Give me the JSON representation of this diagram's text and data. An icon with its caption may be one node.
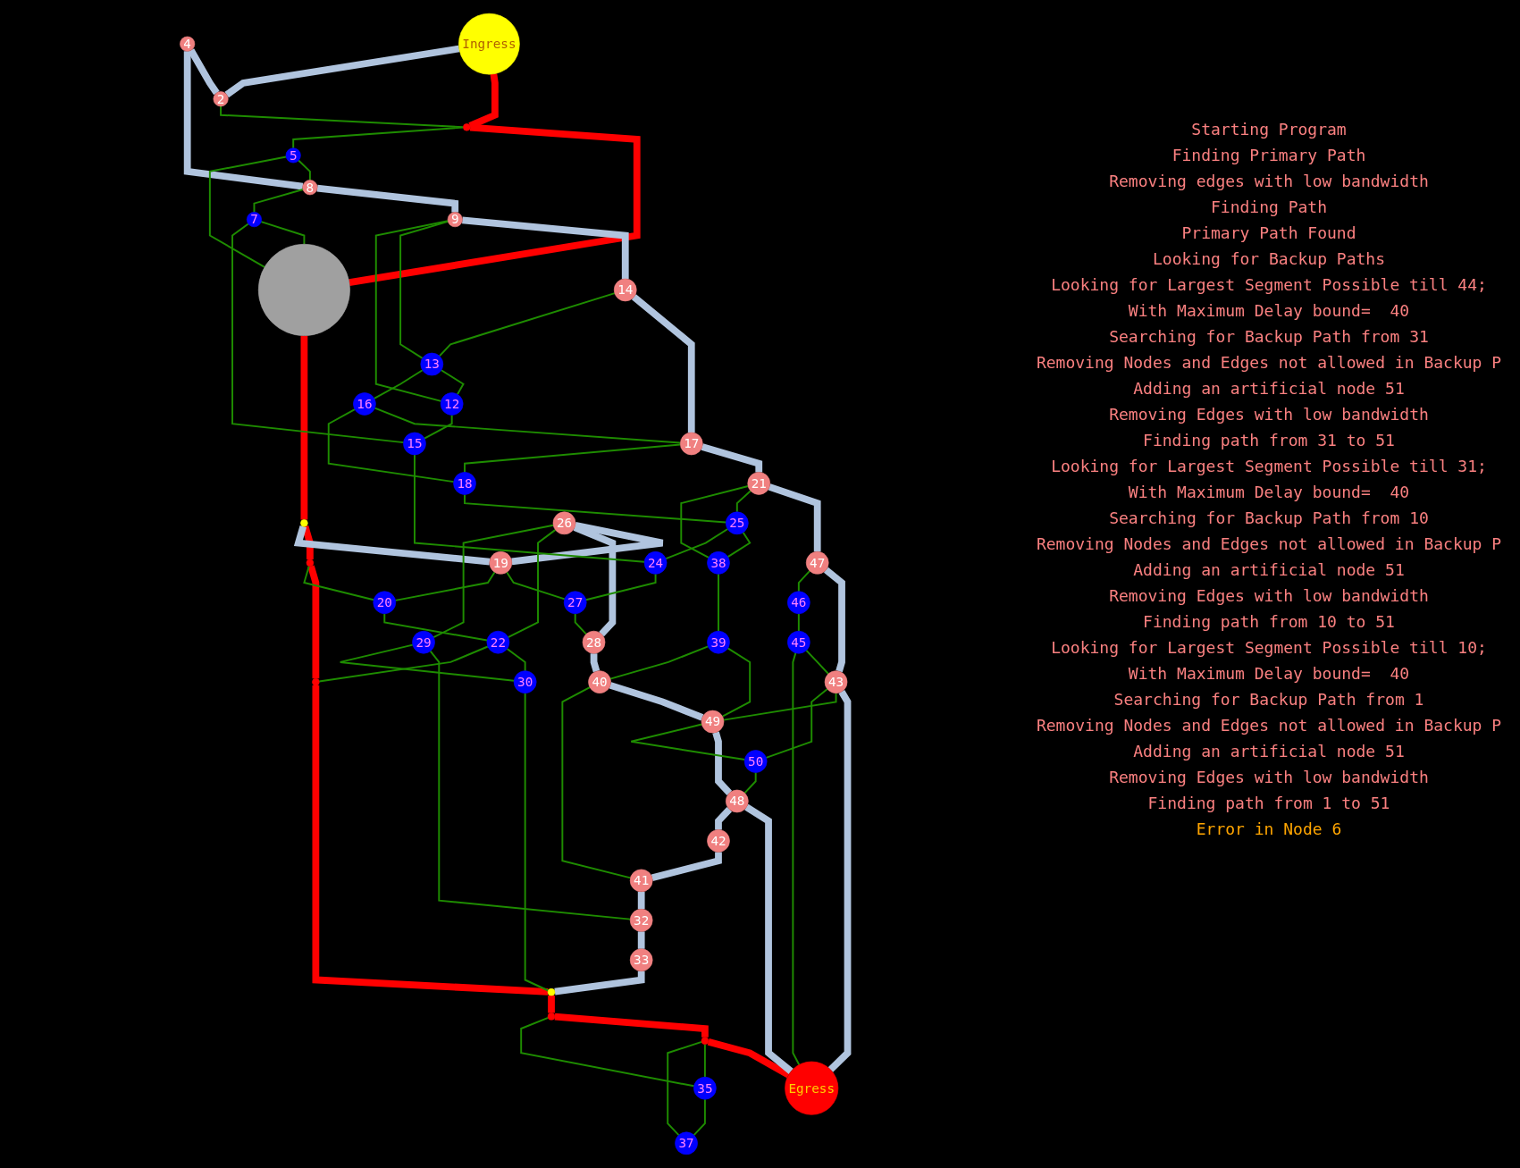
{
  "diagram": {
    "nodes": [
      {
        "text": [
          "Ingress"
        ]
      },
      {
        "text": [
          "2"
        ]
      },
      {
        "text": [],
        "shape": "circle"
      },
      {
        "text": [
          "4"
        ]
      },
      {
        "text": [
          "5"
        ]
      },
      {
        "text": [],
        "shape": "circle"
      },
      {
        "text": [
          "7"
        ]
      },
      {
        "text": [
          "8"
        ]
      },
      {
        "text": [
          "9"
        ]
      },
      {
        "text": [],
        "shape": "circle"
      },
      {
        "text": [],
        "shape": "circle"
      },
      {
        "text": [
          "12"
        ]
      },
      {
        "text": [
          "13"
        ]
      },
      {
        "text": [
          "14"
        ]
      },
      {
        "text": [
          "15"
        ]
      },
      {
        "text": [
          "16"
        ]
      },
      {
        "text": [
          "17"
        ]
      },
      {
        "text": [
          "18"
        ]
      },
      {
        "text": [
          "19"
        ]
      },
      {
        "text": [
          "20"
        ]
      },
      {
        "text": [
          "21"
        ]
      },
      {
        "text": [
          "22"
        ]
      },
      {
        "text": [],
        "shape": "circle"
      },
      {
        "text": [
          "24"
        ]
      },
      {
        "text": [
          "25"
        ]
      },
      {
        "text": [
          "26"
        ]
      },
      {
        "text": [
          "27"
        ]
      },
      {
        "text": [
          "28"
        ]
      },
      {
        "text": [
          "29"
        ]
      },
      {
        "text": [
          "30"
        ]
      },
      {
        "text": [],
        "shape": "circle"
      },
      {
        "text": [
          "32"
        ]
      },
      {
        "text": [
          "33"
        ]
      },
      {
        "text": [],
        "shape": "circle"
      },
      {
        "text": [
          "35"
        ]
      },
      {
        "text": [],
        "shape": "circle"
      },
      {
        "text": [
          "37"
        ]
      },
      {
        "text": [
          "38"
        ]
      },
      {
        "text": [
          "39"
        ]
      },
      {
        "text": [
          "40"
        ]
      },
      {
        "text": [
          "41"
        ]
      },
      {
        "text": [
          "42"
        ]
      },
      {
        "text": [
          "43"
        ]
      },
      {
        "text": [
          "Egress"
        ]
      },
      {
        "text": [
          "45"
        ]
      },
      {
        "text": [
          "46"
        ]
      },
      {
        "text": [
          "47"
        ]
      },
      {
        "text": [
          "48"
        ]
      },
      {
        "text": [
          "49"
        ]
      },
      {
        "text": [
          "50"
        ]
      }
    ],
    "edges": [
      {
        "from": 0,
        "to": 2,
        "arrow": "none",
        "style": "thick",
        "color": "#ff0000"
      },
      {
        "from": 2,
        "to": 5,
        "arrow": "none",
        "style": "thick",
        "color": "#ff0000"
      },
      {
        "from": 5,
        "to": 9,
        "arrow": "none",
        "style": "thick",
        "color": "#ff0000"
      },
      {
        "from": 9,
        "to": 10,
        "arrow": "none",
        "style": "thick",
        "color": "#ff0000"
      },
      {
        "from": 10,
        "to": 22,
        "arrow": "none",
        "style": "thick",
        "color": "#ff0000"
      },
      {
        "from": 22,
        "to": 30,
        "arrow": "none",
        "style": "thick",
        "color": "#ff0000"
      },
      {
        "from": 30,
        "to": 33,
        "arrow": "none",
        "style": "thick",
        "color": "#ff0000"
      },
      {
        "from": 33,
        "to": 35,
        "arrow": "none",
        "style": "thick",
        "color": "#ff0000"
      },
      {
        "from": 35,
        "to": 43,
        "arrow": "none",
        "style": "thick",
        "color": "#ff0000"
      },
      {
        "from": 0,
        "to": 1,
        "arrow": "none",
        "style": "thick",
        "color": "#b0c4de"
      },
      {
        "from": 3,
        "to": 1,
        "arrow": "none",
        "style": "thick",
        "color": "#b0c4de"
      },
      {
        "from": 3,
        "to": 7,
        "arrow": "none",
        "style": "thick",
        "color": "#b0c4de"
      },
      {
        "from": 7,
        "to": 8,
        "arrow": "none",
        "style": "thick",
        "color": "#b0c4de"
      },
      {
        "from": 8,
        "to": 13,
        "arrow": "none",
        "style": "thick",
        "color": "#b0c4de"
      },
      {
        "from": 13,
        "to": 16,
        "arrow": "none",
        "style": "thick",
        "color": "#b0c4de"
      },
      {
        "from": 16,
        "to": 20,
        "arrow": "none",
        "style": "thick",
        "color": "#b0c4de"
      },
      {
        "from": 20,
        "to": 46,
        "arrow": "none",
        "style": "thick",
        "color": "#b0c4de"
      },
      {
        "from": 46,
        "to": 42,
        "arrow": "none",
        "style": "thick",
        "color": "#b0c4de"
      },
      {
        "from": 42,
        "to": 43,
        "arrow": "none",
        "style": "thick",
        "color": "#b0c4de"
      },
      {
        "from": 9,
        "to": 18,
        "arrow": "none",
        "style": "thick",
        "color": "#b0c4de"
      },
      {
        "from": 25,
        "to": 18,
        "arrow": "none",
        "style": "thick",
        "color": "#b0c4de"
      },
      {
        "from": 25,
        "to": 27,
        "arrow": "none",
        "style": "thick",
        "color": "#b0c4de"
      },
      {
        "from": 27,
        "to": 39,
        "arrow": "none",
        "style": "thick",
        "color": "#b0c4de"
      },
      {
        "from": 39,
        "to": 48,
        "arrow": "none",
        "style": "thick",
        "color": "#b0c4de"
      },
      {
        "from": 48,
        "to": 47,
        "arrow": "none",
        "style": "thick",
        "color": "#b0c4de"
      },
      {
        "from": 47,
        "to": 43,
        "arrow": "none",
        "style": "thick",
        "color": "#b0c4de"
      },
      {
        "from": 47,
        "to": 41,
        "arrow": "none",
        "style": "thick",
        "color": "#b0c4de"
      },
      {
        "from": 41,
        "to": 40,
        "arrow": "none",
        "style": "thick",
        "color": "#b0c4de"
      },
      {
        "from": 40,
        "to": 31,
        "arrow": "none",
        "style": "thick",
        "color": "#b0c4de"
      },
      {
        "from": 31,
        "to": 32,
        "arrow": "none",
        "style": "thick",
        "color": "#b0c4de"
      },
      {
        "from": 32,
        "to": 30,
        "arrow": "none",
        "style": "thick",
        "color": "#b0c4de"
      },
      {
        "from": 1,
        "to": 2,
        "arrow": "none"
      },
      {
        "from": 2,
        "to": 4,
        "arrow": "none"
      },
      {
        "from": 4,
        "to": 7,
        "arrow": "none"
      },
      {
        "from": 4,
        "to": 5,
        "arrow": "none"
      },
      {
        "from": 7,
        "to": 6,
        "arrow": "none"
      },
      {
        "from": 6,
        "to": 5,
        "arrow": "none"
      },
      {
        "from": 6,
        "to": 14,
        "arrow": "none"
      },
      {
        "from": 8,
        "to": 12,
        "arrow": "none"
      },
      {
        "from": 8,
        "to": 11,
        "arrow": "none"
      },
      {
        "from": 13,
        "to": 12,
        "arrow": "none"
      },
      {
        "from": 12,
        "to": 11,
        "arrow": "none"
      },
      {
        "from": 12,
        "to": 15,
        "arrow": "none"
      },
      {
        "from": 11,
        "to": 14,
        "arrow": "none"
      },
      {
        "from": 15,
        "to": 16,
        "arrow": "none"
      },
      {
        "from": 15,
        "to": 17,
        "arrow": "none"
      },
      {
        "from": 16,
        "to": 17,
        "arrow": "none"
      },
      {
        "from": 17,
        "to": 24,
        "arrow": "none"
      },
      {
        "from": 20,
        "to": 24,
        "arrow": "none"
      },
      {
        "from": 20,
        "to": 37,
        "arrow": "none"
      },
      {
        "from": 24,
        "to": 37,
        "arrow": "none"
      },
      {
        "from": 24,
        "to": 23,
        "arrow": "none"
      },
      {
        "from": 14,
        "to": 23,
        "arrow": "none"
      },
      {
        "from": 23,
        "to": 26,
        "arrow": "none"
      },
      {
        "from": 37,
        "to": 38,
        "arrow": "none"
      },
      {
        "from": 46,
        "to": 45,
        "arrow": "none"
      },
      {
        "from": 45,
        "to": 44,
        "arrow": "none"
      },
      {
        "from": 44,
        "to": 42,
        "arrow": "none"
      },
      {
        "from": 44,
        "to": 43,
        "arrow": "none"
      },
      {
        "from": 42,
        "to": 48,
        "arrow": "none"
      },
      {
        "from": 42,
        "to": 49,
        "arrow": "none"
      },
      {
        "from": 38,
        "to": 48,
        "arrow": "none"
      },
      {
        "from": 38,
        "to": 39,
        "arrow": "none"
      },
      {
        "from": 48,
        "to": 49,
        "arrow": "none"
      },
      {
        "from": 49,
        "to": 47,
        "arrow": "none"
      },
      {
        "from": 18,
        "to": 26,
        "arrow": "none"
      },
      {
        "from": 26,
        "to": 27,
        "arrow": "none"
      },
      {
        "from": 18,
        "to": 19,
        "arrow": "none"
      },
      {
        "from": 10,
        "to": 19,
        "arrow": "none"
      },
      {
        "from": 19,
        "to": 21,
        "arrow": "none"
      },
      {
        "from": 25,
        "to": 21,
        "arrow": "none"
      },
      {
        "from": 25,
        "to": 28,
        "arrow": "none"
      },
      {
        "from": 39,
        "to": 40,
        "arrow": "none"
      },
      {
        "from": 28,
        "to": 31,
        "arrow": "none"
      },
      {
        "from": 28,
        "to": 29,
        "arrow": "none"
      },
      {
        "from": 21,
        "to": 29,
        "arrow": "none"
      },
      {
        "from": 21,
        "to": 22,
        "arrow": "none"
      },
      {
        "from": 29,
        "to": 30,
        "arrow": "none"
      },
      {
        "from": 33,
        "to": 34,
        "arrow": "none"
      },
      {
        "from": 34,
        "to": 36,
        "arrow": "none"
      },
      {
        "from": 35,
        "to": 34,
        "arrow": "none"
      },
      {
        "from": 35,
        "to": 36,
        "arrow": "none"
      }
    ],
    "labels": [
      "Starting Program",
      "Finding Primary Path",
      "Removing edges with low bandwidth",
      "Finding Path",
      "Primary Path Found",
      "Looking for Backup Paths",
      "Looking for Largest Segment Possible till 44;",
      "With Maximum Delay bound=  40",
      "Searching for Backup Path from 31",
      "Removing Nodes and Edges not allowed in Backup P",
      "Adding an artificial node 51",
      "Removing Edges with low bandwidth",
      "Finding path from 31 to 51",
      "Looking for Largest Segment Possible till 31;",
      "With Maximum Delay bound=  40",
      "Searching for Backup Path from 10",
      "Removing Nodes and Edges not allowed in Backup P",
      "Adding an artificial node 51",
      "Removing Edges with low bandwidth",
      "Finding path from 10 to 51",
      "Looking for Largest Segment Possible till 10;",
      "With Maximum Delay bound=  40",
      "Searching for Backup Path from 1",
      "Removing Nodes and Edges not allowed in Backup P",
      "Adding an artificial node 51",
      "Removing Edges with low bandwidth",
      "Finding path from 1 to 51",
      "Error in Node 6"
    ]
  }
}
